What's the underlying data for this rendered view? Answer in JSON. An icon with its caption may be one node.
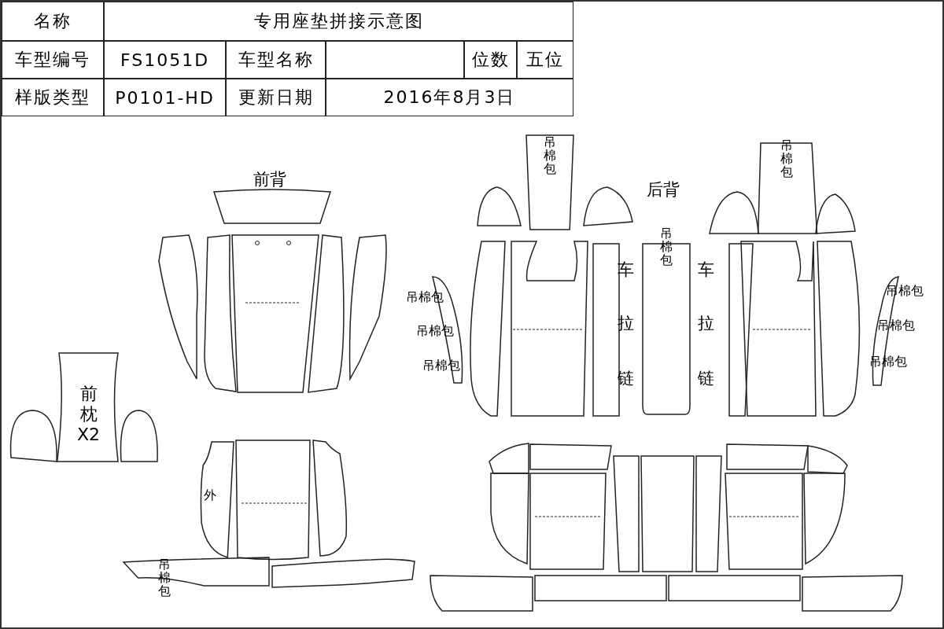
{
  "diagram": {
    "nodes": [
      {
        "text": [
          "吊棉包"
        ]
      },
      {
        "text": [
          "吊棉包"
        ]
      },
      {
        "text": [
          "吊棉包"
        ]
      },
      {
        "text": [
          "前枕X2"
        ]
      },
      {
        "text": [
          "外"
        ]
      },
      {
        "text": [
          "吊棉包"
        ]
      }
    ],
    "labels": [
      "名称",
      "专用座垫拼接示意图",
      "车型编号",
      "FS1051D",
      "车型名称",
      "位数",
      "五位",
      "样版类型",
      "P0101-HD",
      "更新日期",
      "2016年8月3日",
      "前背",
      "后背",
      "吊棉包",
      "吊棉包",
      "吊棉包",
      "车拉链",
      "车拉链",
      "吊棉包",
      "吊棉包",
      "吊棉包"
    ]
  }
}
